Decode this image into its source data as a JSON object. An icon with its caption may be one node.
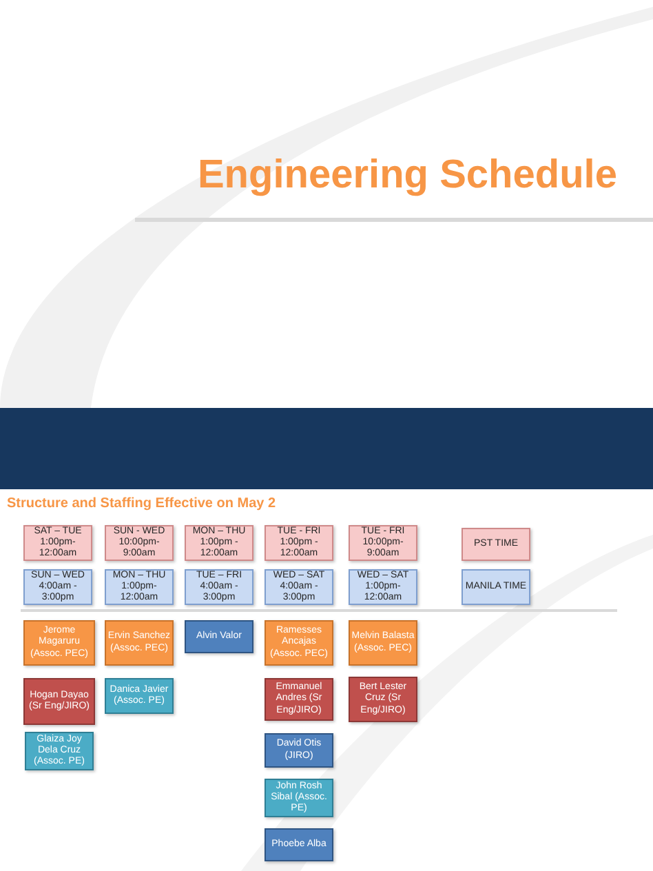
{
  "diagram": {
    "title": "Engineering Schedule",
    "nodes": [
      {
        "text": [
          "SAT – TUE",
          "1:00pm- 12:00am"
        ]
      },
      {
        "text": [
          "SUN - WED",
          "10:00pm- 9:00am"
        ]
      },
      {
        "text": [
          "MON – THU",
          "1:00pm - 12:00am"
        ]
      },
      {
        "text": [
          "TUE - FRI",
          "1:00pm - 12:00am"
        ]
      },
      {
        "text": [
          "TUE - FRI",
          "10:00pm- 9:00am"
        ]
      },
      {
        "text": [
          "PST TIME"
        ]
      },
      {
        "text": [
          "SUN – WED",
          "4:00am - 3:00pm"
        ]
      },
      {
        "text": [
          "MON – THU",
          "1:00pm- 12:00am"
        ]
      },
      {
        "text": [
          "TUE – FRI",
          "4:00am - 3:00pm"
        ]
      },
      {
        "text": [
          "WED – SAT",
          "4:00am - 3:00pm"
        ]
      },
      {
        "text": [
          "WED – SAT",
          "1:00pm- 12:00am"
        ]
      },
      {
        "text": [
          "MANILA TIME"
        ]
      },
      {
        "text": [
          "Jerome Magaruru (Assoc. PEC)"
        ]
      },
      {
        "text": [
          "Ervin Sanchez (Assoc. PEC)"
        ]
      },
      {
        "text": [
          "Alvin Valor"
        ]
      },
      {
        "text": [
          "Ramesses Ancajas (Assoc. PEC)"
        ]
      },
      {
        "text": [
          "Melvin Balasta (Assoc. PEC)"
        ]
      },
      {
        "text": [
          "Hogan Dayao (Sr Eng/JIRO)"
        ]
      },
      {
        "text": [
          "Danica Javier (Assoc. PE)"
        ]
      },
      {
        "text": [
          "Emmanuel Andres (Sr Eng/JIRO)"
        ]
      },
      {
        "text": [
          "Bert Lester Cruz (Sr Eng/JIRO)"
        ]
      },
      {
        "text": [
          "Glaiza Joy Dela Cruz (Assoc. PE)"
        ]
      },
      {
        "text": [
          "David Otis (JIRO)"
        ]
      },
      {
        "text": [
          "John Rosh Sibal (Assoc. PE)"
        ]
      },
      {
        "text": [
          "Phoebe Alba"
        ]
      }
    ],
    "labels": [
      "Structure and Staffing Effective on May 2"
    ]
  }
}
